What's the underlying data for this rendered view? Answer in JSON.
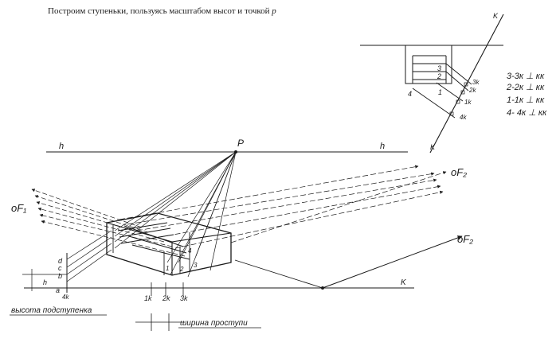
{
  "caption": {
    "text": "Построим ступеньки, пользуясь масштабом высот и точкой",
    "point": "p"
  },
  "labels": {
    "horizon_left": "h",
    "horizon_right": "h",
    "point_p": "P",
    "k_top": "K",
    "k_bottom": "K",
    "k_base": "K",
    "f1": "oF₁",
    "f2_upper": "oF₂",
    "f2_lower": "oF₂",
    "scale_d": "d",
    "scale_c": "c",
    "scale_b": "b",
    "scale_a": "a",
    "scale_h": "h",
    "scale_4k": "4k",
    "base_1k": "1k",
    "base_2k": "2k",
    "base_3k": "3k",
    "step_1": "1",
    "step_2": "2",
    "step_3": "3",
    "step_4": "4",
    "inset_1": "1",
    "inset_2": "2",
    "inset_3": "3",
    "inset_4": "4",
    "inset_1k": "1k",
    "inset_2k": "2k",
    "inset_3k": "3k",
    "inset_4k": "4k",
    "riser_height": "высота подступенка",
    "tread_width": "ширина проступи"
  },
  "legend": [
    "3-3к ⊥ кк",
    "2-2к ⊥ кк",
    "1-1к ⊥ кк",
    "4- 4к ⊥ кк"
  ]
}
